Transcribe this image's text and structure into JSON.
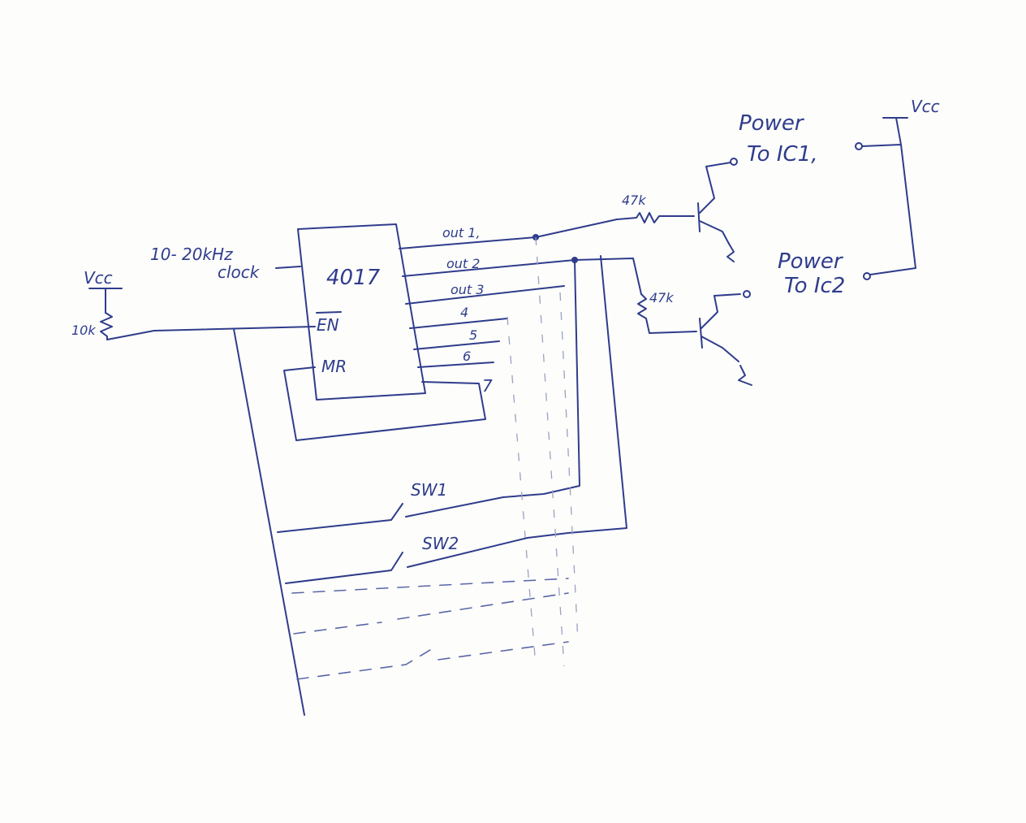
{
  "labels": {
    "ic": "4017",
    "clock_freq": "10- 20kHz",
    "clock": "clock",
    "vcc_left": "Vcc",
    "res_pullup": "10k",
    "en": "EN",
    "mr": "MR",
    "out1": "out 1,",
    "out2": "out 2",
    "out3": "out 3",
    "out4": "4",
    "out5": "5",
    "out6": "6",
    "out7": "7",
    "res_q1": "47k",
    "res_q2": "47k",
    "power1_a": "Power",
    "power1_b": "To IC1,",
    "power2_a": "Power",
    "power2_b": "To Ic2",
    "vcc_right": "Vcc",
    "sw1": "SW1",
    "sw2": "SW2"
  }
}
